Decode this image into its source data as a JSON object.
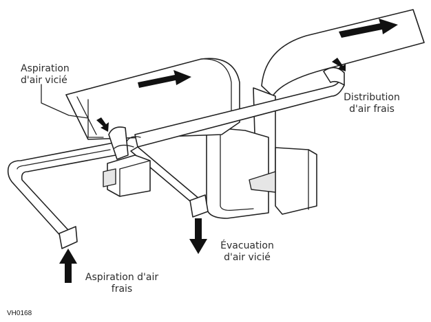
{
  "labels": {
    "exhaust_intake": [
      "Aspiration",
      "d'air vicié"
    ],
    "fresh_distribution": [
      "Distribution",
      "d'air frais"
    ],
    "exhaust_out": [
      "Évacuation",
      "d'air vicié"
    ],
    "fresh_intake": [
      "Aspiration d'air",
      "frais"
    ]
  },
  "figure_code": "VH0168",
  "colors": {
    "line": "#222222",
    "arrow": "#111111",
    "background": "#ffffff"
  }
}
